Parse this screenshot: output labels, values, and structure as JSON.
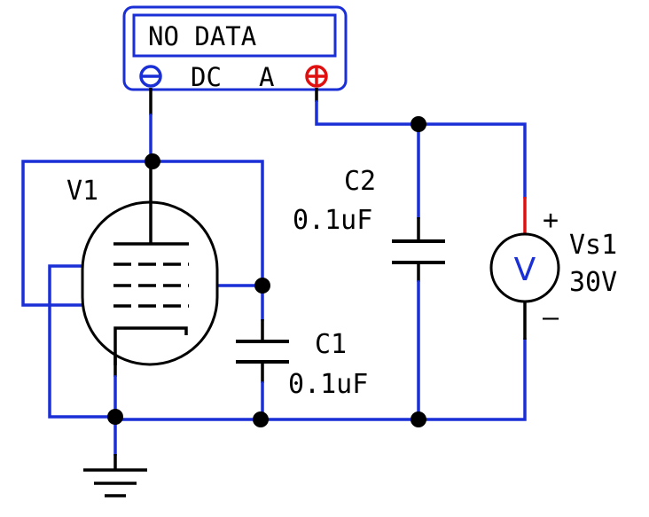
{
  "meter": {
    "display": "NO DATA",
    "mode": "DC",
    "unit": "A",
    "neg_terminal_icon": "minus-circle-icon",
    "pos_terminal_icon": "plus-circle-icon"
  },
  "components": {
    "tube": {
      "ref": "V1"
    },
    "c1": {
      "ref": "C1",
      "value": "0.1uF"
    },
    "c2": {
      "ref": "C2",
      "value": "0.1uF"
    },
    "source": {
      "ref": "Vs1",
      "value": "30V",
      "symbol": "V",
      "plus": "+",
      "minus": "–"
    }
  },
  "colors": {
    "wire": "#1a2fd6",
    "component": "#000000",
    "positive_lead": "#e01010",
    "background": "#ffffff"
  }
}
